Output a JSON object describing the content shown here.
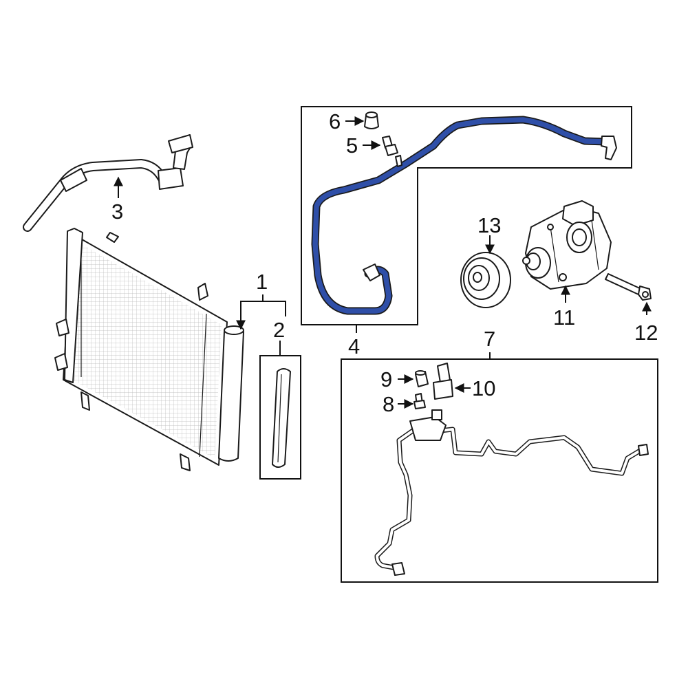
{
  "diagram": {
    "highlight_color": "#2f4fa8",
    "callouts": [
      {
        "id": "c1",
        "text": "1"
      },
      {
        "id": "c2",
        "text": "2"
      },
      {
        "id": "c3",
        "text": "3"
      },
      {
        "id": "c4",
        "text": "4"
      },
      {
        "id": "c5",
        "text": "5"
      },
      {
        "id": "c6",
        "text": "6"
      },
      {
        "id": "c7",
        "text": "7"
      },
      {
        "id": "c8",
        "text": "8"
      },
      {
        "id": "c9",
        "text": "9"
      },
      {
        "id": "c10",
        "text": "10"
      },
      {
        "id": "c11",
        "text": "11"
      },
      {
        "id": "c12",
        "text": "12"
      },
      {
        "id": "c13",
        "text": "13"
      }
    ]
  }
}
